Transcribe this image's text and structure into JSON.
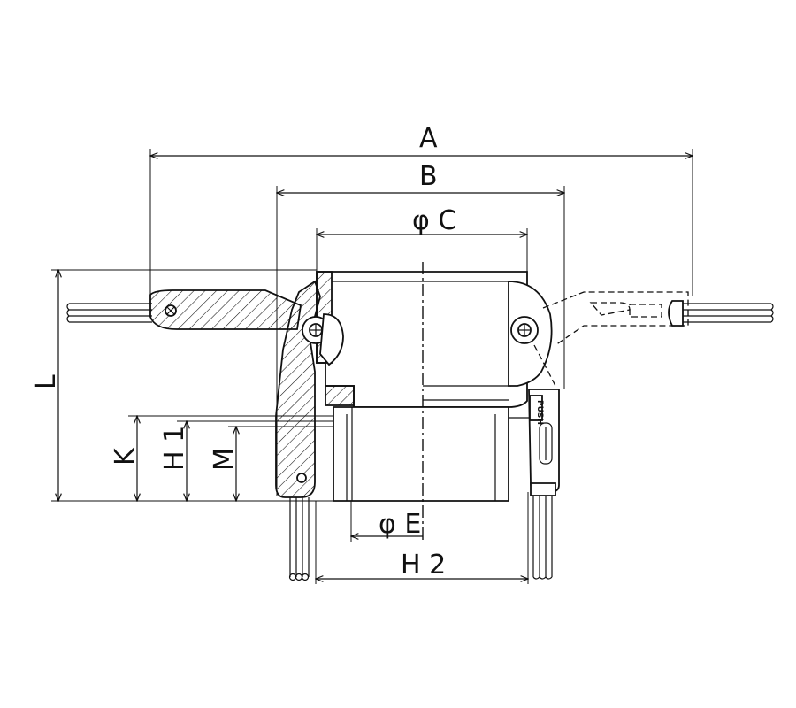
{
  "labels": {
    "A": "A",
    "B": "B",
    "C": "φ C",
    "L": "L",
    "K": "K",
    "H1": "H 1",
    "M": "M",
    "E": "φ E",
    "H2": "H 2",
    "push": "PUSH"
  }
}
